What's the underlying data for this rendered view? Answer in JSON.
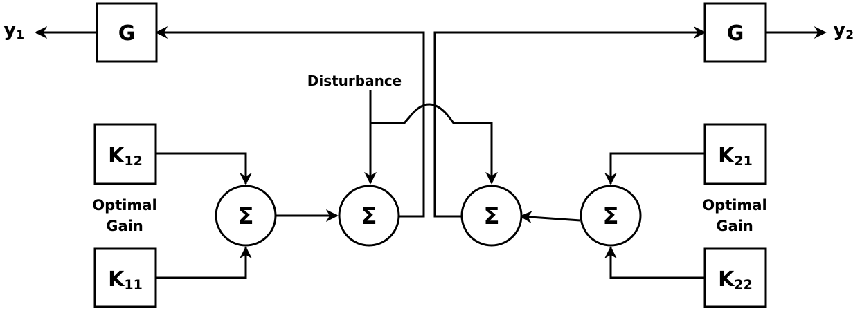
{
  "outputs": {
    "y1": {
      "letter": "y",
      "sub": "1"
    },
    "y2": {
      "letter": "y",
      "sub": "2"
    }
  },
  "blocks": {
    "g_left": "G",
    "g_right": "G",
    "k12": {
      "main": "K",
      "sub": "12"
    },
    "k11": {
      "main": "K",
      "sub": "11"
    },
    "k21": {
      "main": "K",
      "sub": "21"
    },
    "k22": {
      "main": "K",
      "sub": "22"
    }
  },
  "summers": {
    "symbol": "Σ"
  },
  "labels": {
    "disturbance": "Disturbance",
    "gain_left": {
      "line1": "Optimal",
      "line2": "Gain"
    },
    "gain_right": {
      "line1": "Optimal",
      "line2": "Gain"
    }
  }
}
